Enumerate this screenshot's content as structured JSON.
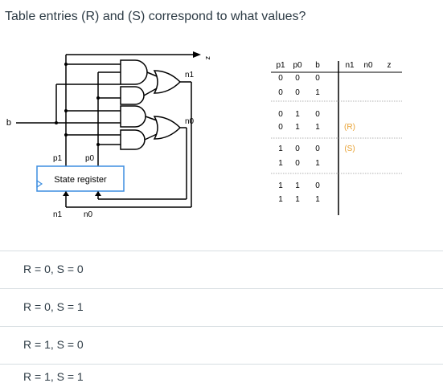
{
  "question": "Table entries (R) and (S) correspond to what values?",
  "circuit": {
    "input_b": "b",
    "output_z": "z",
    "wire_n1": "n1",
    "wire_n0": "n0",
    "reg_p1": "p1",
    "reg_p0": "p0",
    "reg_n1": "n1",
    "reg_n0": "n0",
    "register_label": "State register",
    "wire_color": "#000000",
    "register_color": "#3d8ee0"
  },
  "truth_table": {
    "headers": [
      "p1",
      "p0",
      "b",
      "n1",
      "n0",
      "z"
    ],
    "rows": [
      [
        "0",
        "0",
        "0",
        "",
        "",
        ""
      ],
      [
        "0",
        "0",
        "1",
        "",
        "",
        ""
      ],
      [
        "0",
        "1",
        "0",
        "",
        "",
        ""
      ],
      [
        "0",
        "1",
        "1",
        "(R)",
        "",
        ""
      ],
      [
        "1",
        "0",
        "0",
        "(S)",
        "",
        ""
      ],
      [
        "1",
        "0",
        "1",
        "",
        "",
        ""
      ],
      [
        "1",
        "1",
        "0",
        "",
        "",
        ""
      ],
      [
        "1",
        "1",
        "1",
        "",
        "",
        ""
      ]
    ],
    "highlight_color": "#e8a030"
  },
  "options": [
    {
      "label": "R = 0, S = 0"
    },
    {
      "label": "R = 0, S = 1"
    },
    {
      "label": "R = 1, S = 0"
    },
    {
      "label": "R = 1, S = 1"
    }
  ]
}
